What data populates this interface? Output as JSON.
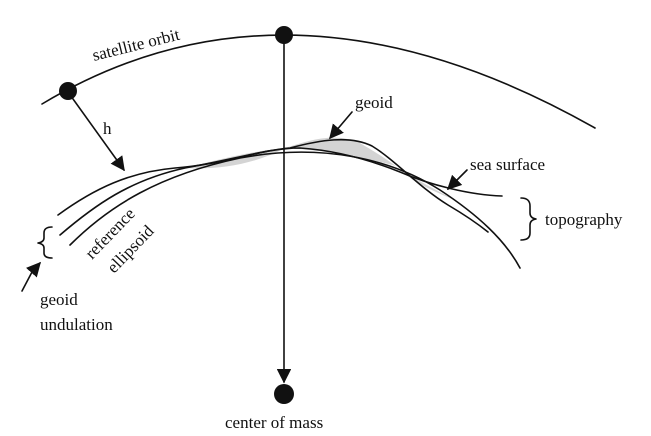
{
  "labels": {
    "satellite_orbit": "satellite orbit",
    "h": "h",
    "geoid": "geoid",
    "sea_surface": "sea surface",
    "topography": "topography",
    "reference_line1": "reference",
    "reference_line2": "ellipsoid",
    "undulation_line1": "geoid",
    "undulation_line2": "undulation",
    "center_of_mass": "center of mass"
  },
  "colors": {
    "ink": "#111111",
    "shading": "#d4d4d4",
    "background": "#ffffff"
  }
}
